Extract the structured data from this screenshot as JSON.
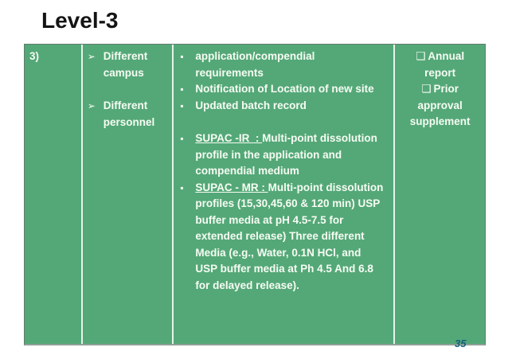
{
  "title": "Level-3",
  "page_number": "35",
  "bullets": {
    "arrow": "➢",
    "square": "▪",
    "checkbox": "❑"
  },
  "colors": {
    "table_green": "#54a878",
    "divider": "#e7f3e9",
    "outer_border": "#5e7d6b",
    "text": "#f7fcf3",
    "title_text": "#141414",
    "page_number": "#16607e"
  },
  "table": {
    "row_label": "3)",
    "changes": [
      "Different campus",
      "Different personnel"
    ],
    "requirements": [
      "application/compendial requirements",
      "Notification of Location of new site",
      "Updated batch record"
    ],
    "supac": [
      {
        "prefix": "SUPAC -IR  : ",
        "text": "Multi-point dissolution profile in the application and compendial medium"
      },
      {
        "prefix": "SUPAC - MR : ",
        "text": "Multi-point dissolution profiles (15,30,45,60 & 120 min) USP buffer media at pH 4.5-7.5 for extended release) Three different Media (e.g., Water, 0.1N HCl, and USP buffer media at Ph 4.5 And 6.8 for delayed release)."
      }
    ],
    "filing": [
      "Annual report",
      "Prior approval supplement"
    ]
  }
}
